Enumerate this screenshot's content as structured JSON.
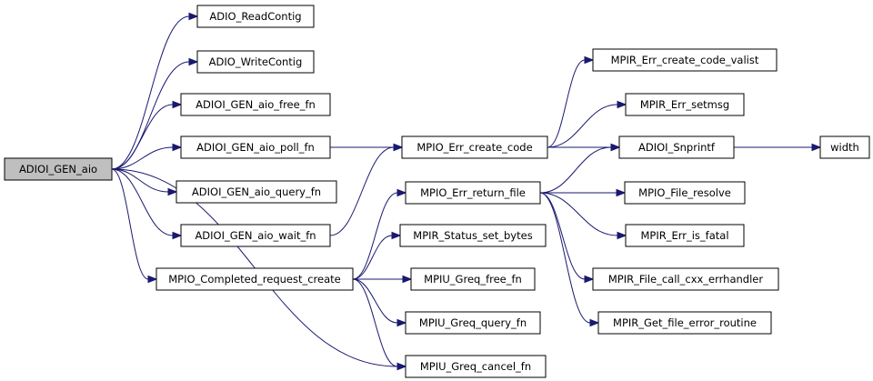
{
  "colors": {
    "edge": "#191970",
    "root_fill": "#bfbfbf",
    "node_fill": "#ffffff",
    "node_border": "#000000"
  },
  "nodes": {
    "root": "ADIOI_GEN_aio",
    "read_contig": "ADIO_ReadContig",
    "write_contig": "ADIO_WriteContig",
    "aio_free_fn": "ADIOI_GEN_aio_free_fn",
    "aio_poll_fn": "ADIOI_GEN_aio_poll_fn",
    "aio_query_fn": "ADIOI_GEN_aio_query_fn",
    "aio_wait_fn": "ADIOI_GEN_aio_wait_fn",
    "completed_request_create": "MPIO_Completed_request_create",
    "err_create_code": "MPIO_Err_create_code",
    "err_return_file": "MPIO_Err_return_file",
    "status_set_bytes": "MPIR_Status_set_bytes",
    "greq_free_fn": "MPIU_Greq_free_fn",
    "greq_query_fn": "MPIU_Greq_query_fn",
    "greq_cancel_fn": "MPIU_Greq_cancel_fn",
    "err_create_code_valist": "MPIR_Err_create_code_valist",
    "err_setmsg": "MPIR_Err_setmsg",
    "snprintf": "ADIOI_Snprintf",
    "width": "width",
    "file_resolve": "MPIO_File_resolve",
    "err_is_fatal": "MPIR_Err_is_fatal",
    "file_call_cxx_errhandler": "MPIR_File_call_cxx_errhandler",
    "get_file_error_routine": "MPIR_Get_file_error_routine"
  },
  "edges": [
    [
      "root",
      "read_contig"
    ],
    [
      "root",
      "write_contig"
    ],
    [
      "root",
      "aio_free_fn"
    ],
    [
      "root",
      "aio_poll_fn"
    ],
    [
      "root",
      "aio_query_fn"
    ],
    [
      "root",
      "aio_wait_fn"
    ],
    [
      "root",
      "completed_request_create"
    ],
    [
      "root",
      "greq_cancel_fn"
    ],
    [
      "aio_poll_fn",
      "err_create_code"
    ],
    [
      "aio_wait_fn",
      "err_create_code"
    ],
    [
      "completed_request_create",
      "err_return_file"
    ],
    [
      "completed_request_create",
      "status_set_bytes"
    ],
    [
      "completed_request_create",
      "greq_free_fn"
    ],
    [
      "completed_request_create",
      "greq_query_fn"
    ],
    [
      "completed_request_create",
      "greq_cancel_fn"
    ],
    [
      "err_create_code",
      "err_create_code_valist"
    ],
    [
      "err_create_code",
      "err_setmsg"
    ],
    [
      "err_create_code",
      "snprintf"
    ],
    [
      "err_return_file",
      "snprintf"
    ],
    [
      "err_return_file",
      "file_resolve"
    ],
    [
      "err_return_file",
      "err_is_fatal"
    ],
    [
      "err_return_file",
      "file_call_cxx_errhandler"
    ],
    [
      "err_return_file",
      "get_file_error_routine"
    ],
    [
      "snprintf",
      "width"
    ]
  ]
}
